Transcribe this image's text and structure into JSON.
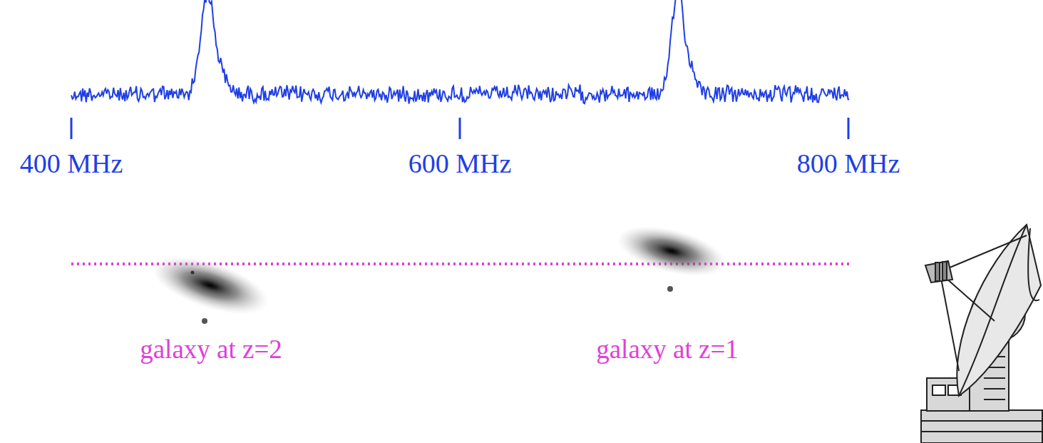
{
  "diagram": {
    "labels": [
      "400 MHz",
      "600 MHz",
      "800 MHz",
      "galaxy at z=2",
      "galaxy at z=1"
    ]
  }
}
